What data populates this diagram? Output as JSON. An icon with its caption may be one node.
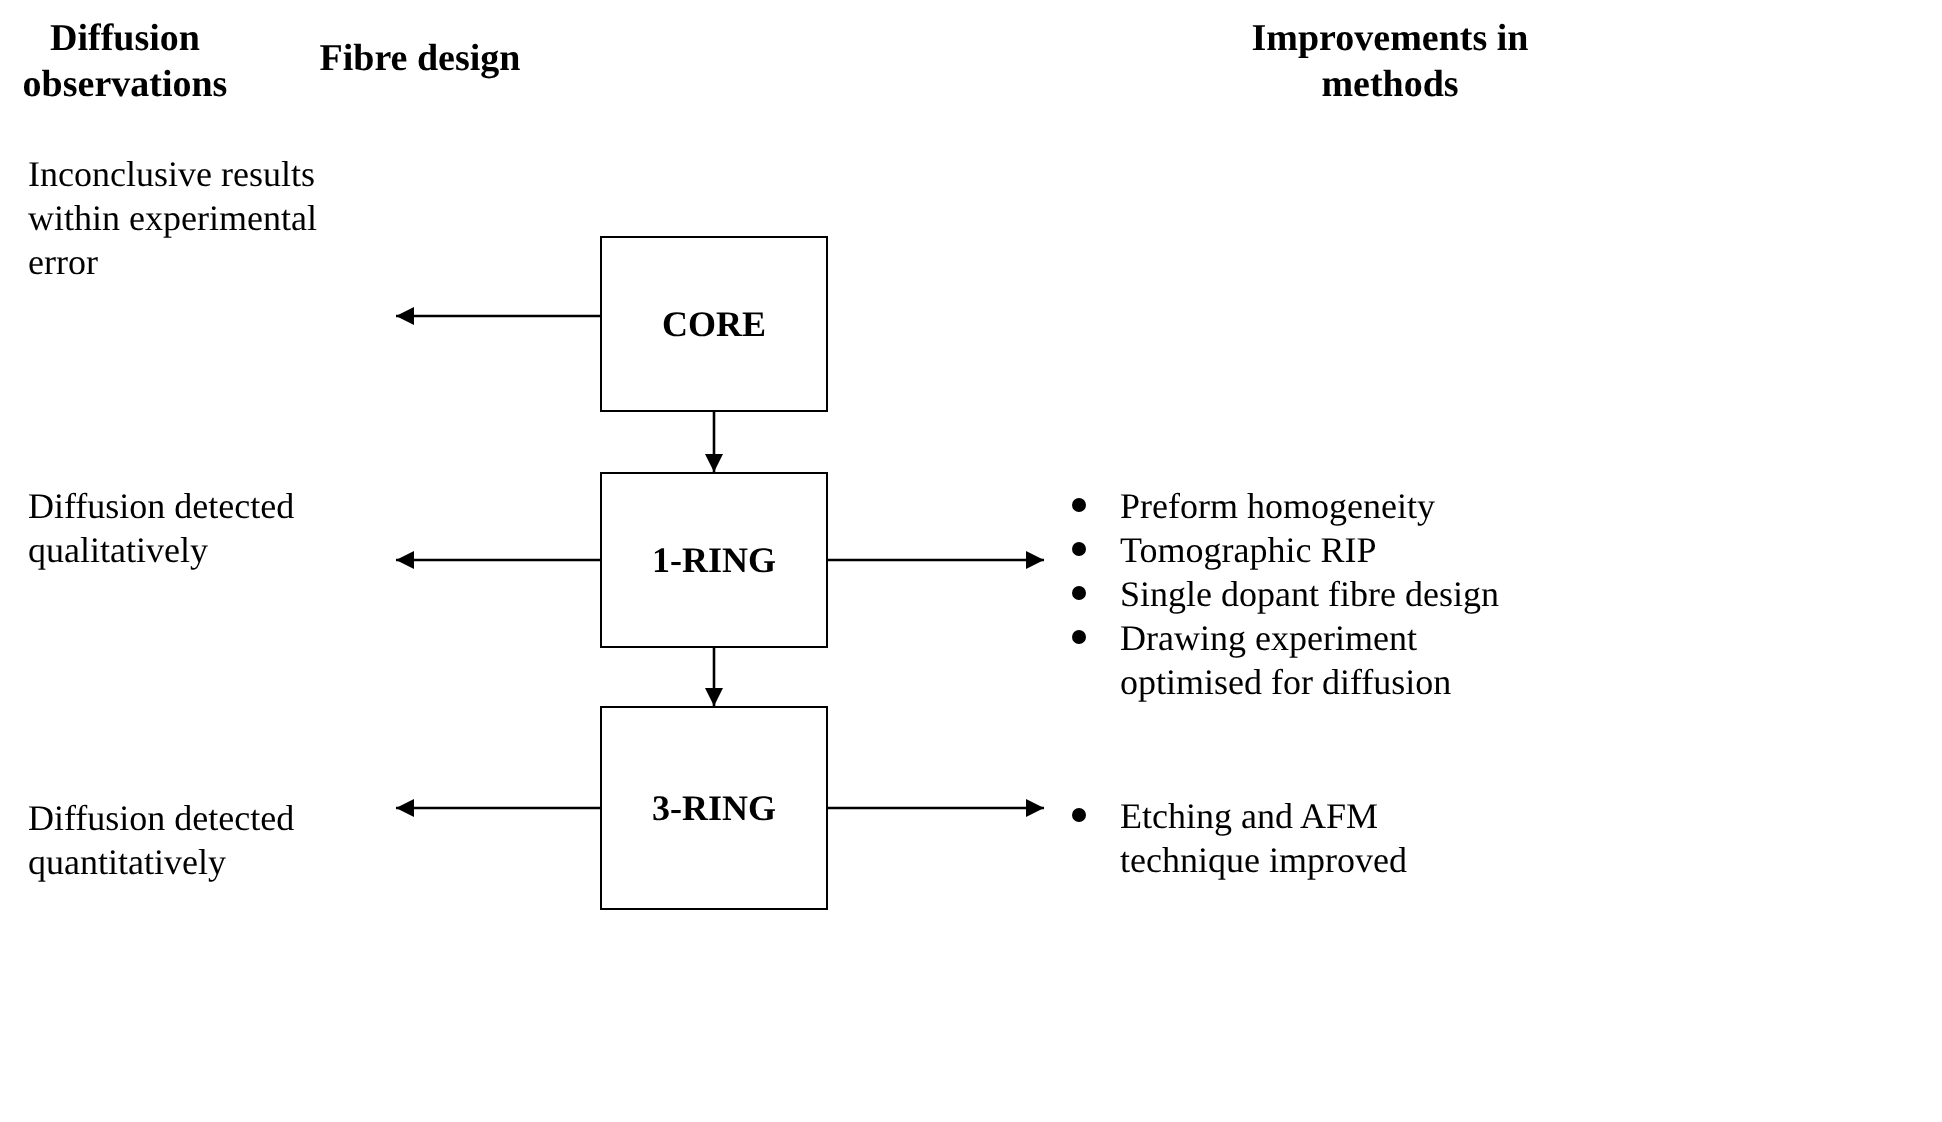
{
  "diagram": {
    "nodes": [
      {
        "text": [
          "CORE"
        ]
      },
      {
        "text": [
          "1-RING"
        ]
      },
      {
        "text": [
          "3-RING"
        ]
      },
      {
        "text": [
          "Inconclusive results within experimental error"
        ]
      },
      {
        "text": [
          "Diffusion detected qualitatively"
        ]
      },
      {
        "text": [
          "Preform homogeneity",
          "Tomographic RIP",
          "Single dopant fibre design",
          "Drawing experiment optimised for diffusion"
        ]
      },
      {
        "text": [
          "Diffusion detected quantitatively"
        ]
      },
      {
        "text": [
          "Etching and AFM technique improved"
        ]
      }
    ],
    "edges": [
      {
        "from": 0,
        "to": 3,
        "arrow": "to"
      },
      {
        "from": 0,
        "to": 1,
        "arrow": "to"
      },
      {
        "from": 1,
        "to": 4,
        "arrow": "to"
      },
      {
        "from": 1,
        "to": 5,
        "arrow": "to"
      },
      {
        "from": 1,
        "to": 2,
        "arrow": "to"
      },
      {
        "from": 2,
        "to": 6,
        "arrow": "to"
      },
      {
        "from": 2,
        "to": 7,
        "arrow": "to"
      }
    ],
    "labels": [
      "Diffusion observations",
      "Fibre design",
      "Improvements in methods"
    ]
  }
}
